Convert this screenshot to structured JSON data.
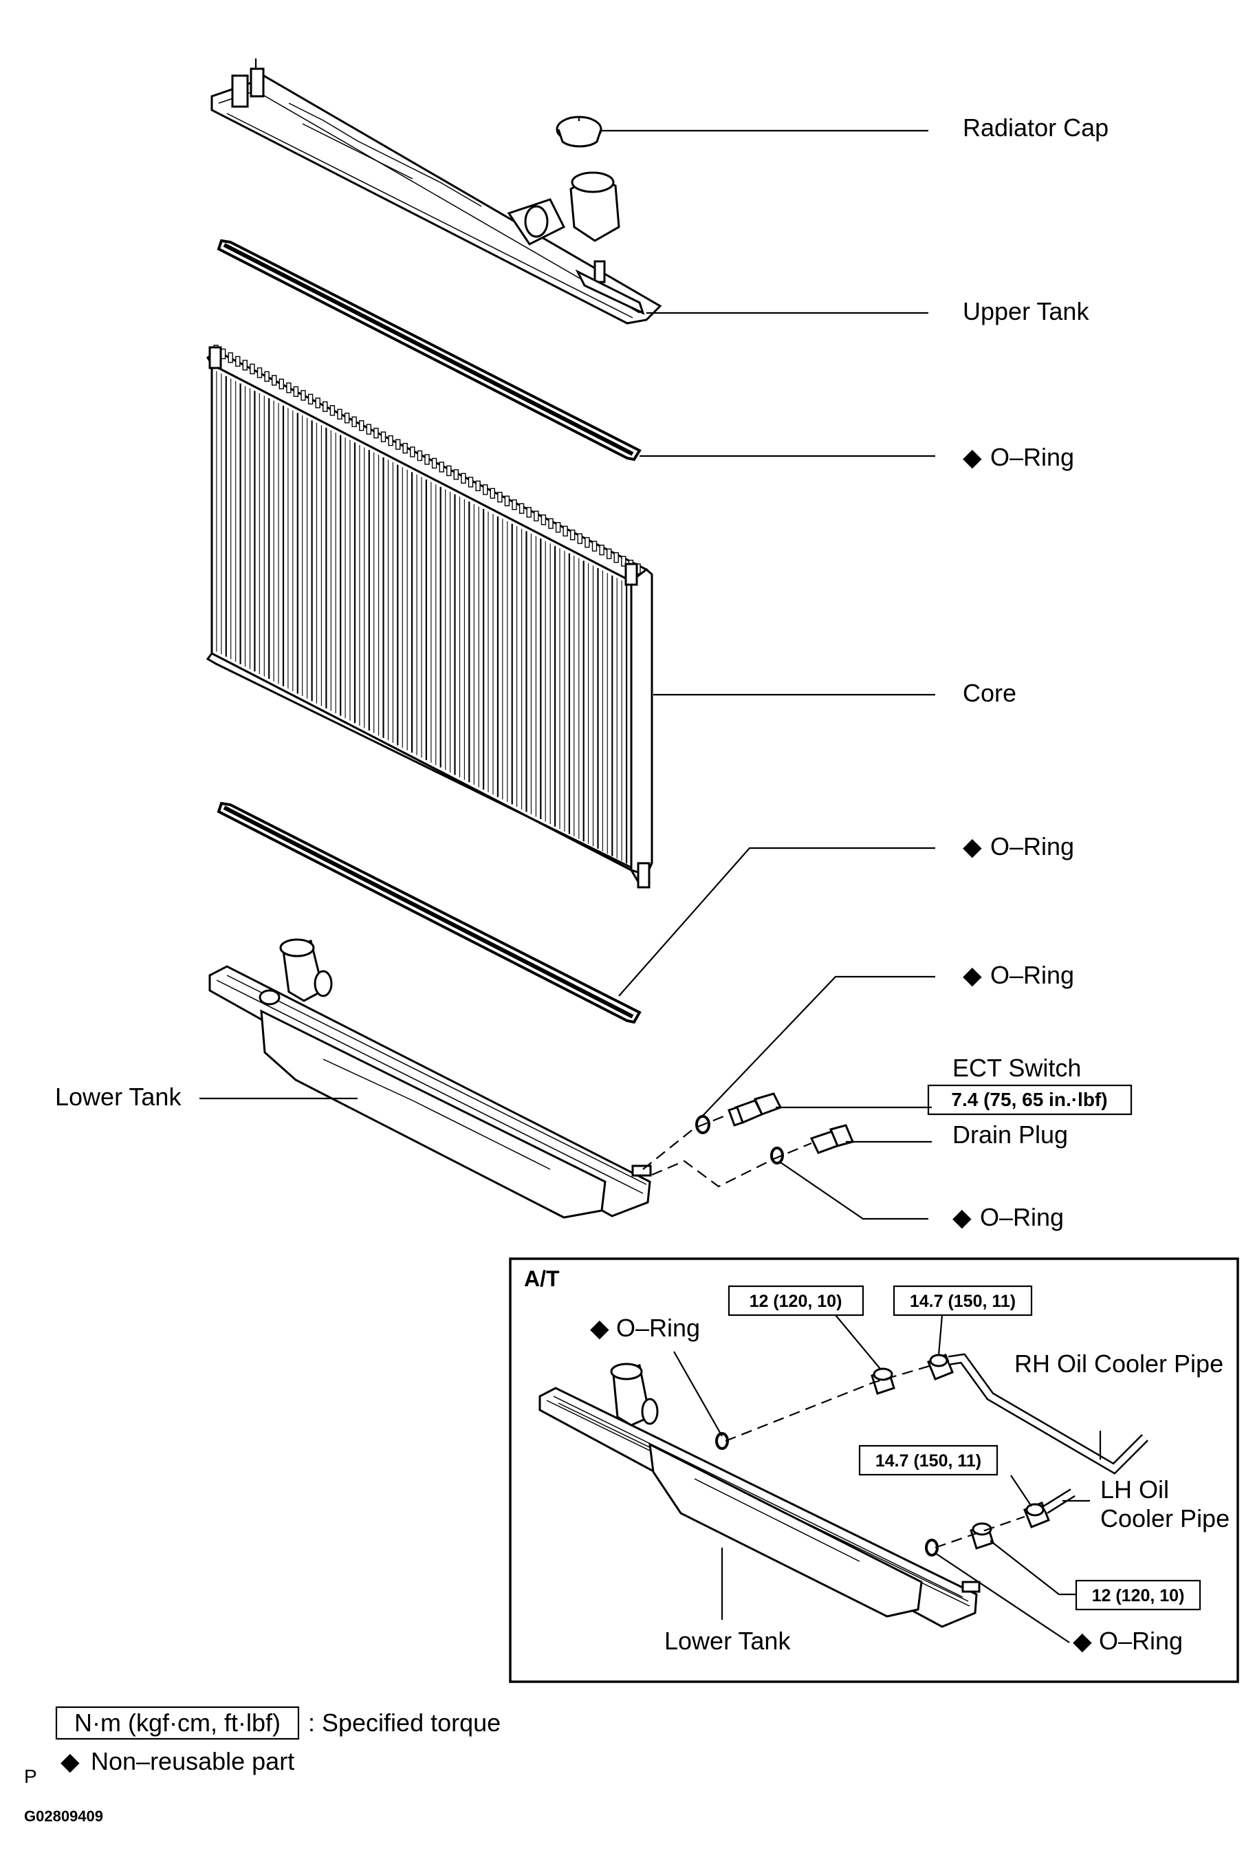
{
  "labels": {
    "radiator_cap": "Radiator Cap",
    "upper_tank": "Upper Tank",
    "o_ring": "O–Ring",
    "core": "Core",
    "lower_tank": "Lower Tank",
    "ect_switch": "ECT Switch",
    "drain_plug": "Drain Plug",
    "rh_oil_cooler_pipe": "RH Oil Cooler Pipe",
    "lh_oil_cooler_pipe_line1": "LH Oil",
    "lh_oil_cooler_pipe_line2": "Cooler Pipe"
  },
  "symbols": {
    "non_reusable": "◆"
  },
  "torques": {
    "ect_switch": "7.4 (75, 65 in.·lbf)",
    "at_plug_top": "12 (120, 10)",
    "at_rh_union": "14.7 (150, 11)",
    "at_lh_union": "14.7 (150, 11)",
    "at_plug_bottom": "12 (120, 10)"
  },
  "inset": {
    "title": "A/T"
  },
  "legend": {
    "torque_unit": "N·m (kgf·cm, ft·lbf)",
    "torque_desc": ": Specified torque",
    "non_reusable_desc": "Non–reusable part"
  },
  "footer": {
    "letter": "P",
    "figure_code": "G02809409"
  }
}
